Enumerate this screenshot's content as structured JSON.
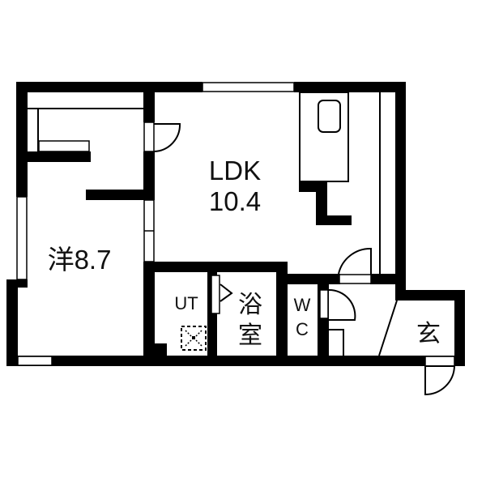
{
  "plan": {
    "rooms": [
      {
        "id": "ldk",
        "name": "LDK",
        "area": "10.4"
      },
      {
        "id": "western",
        "name": "洋",
        "area": "8.7",
        "label": "洋8.7"
      },
      {
        "id": "ut",
        "name": "UT"
      },
      {
        "id": "bath",
        "line1": "浴",
        "line2": "室"
      },
      {
        "id": "wc",
        "line1": "W",
        "line2": "C"
      },
      {
        "id": "entrance",
        "name": "玄"
      }
    ],
    "colors": {
      "wall": "#000000",
      "background": "#ffffff"
    }
  }
}
